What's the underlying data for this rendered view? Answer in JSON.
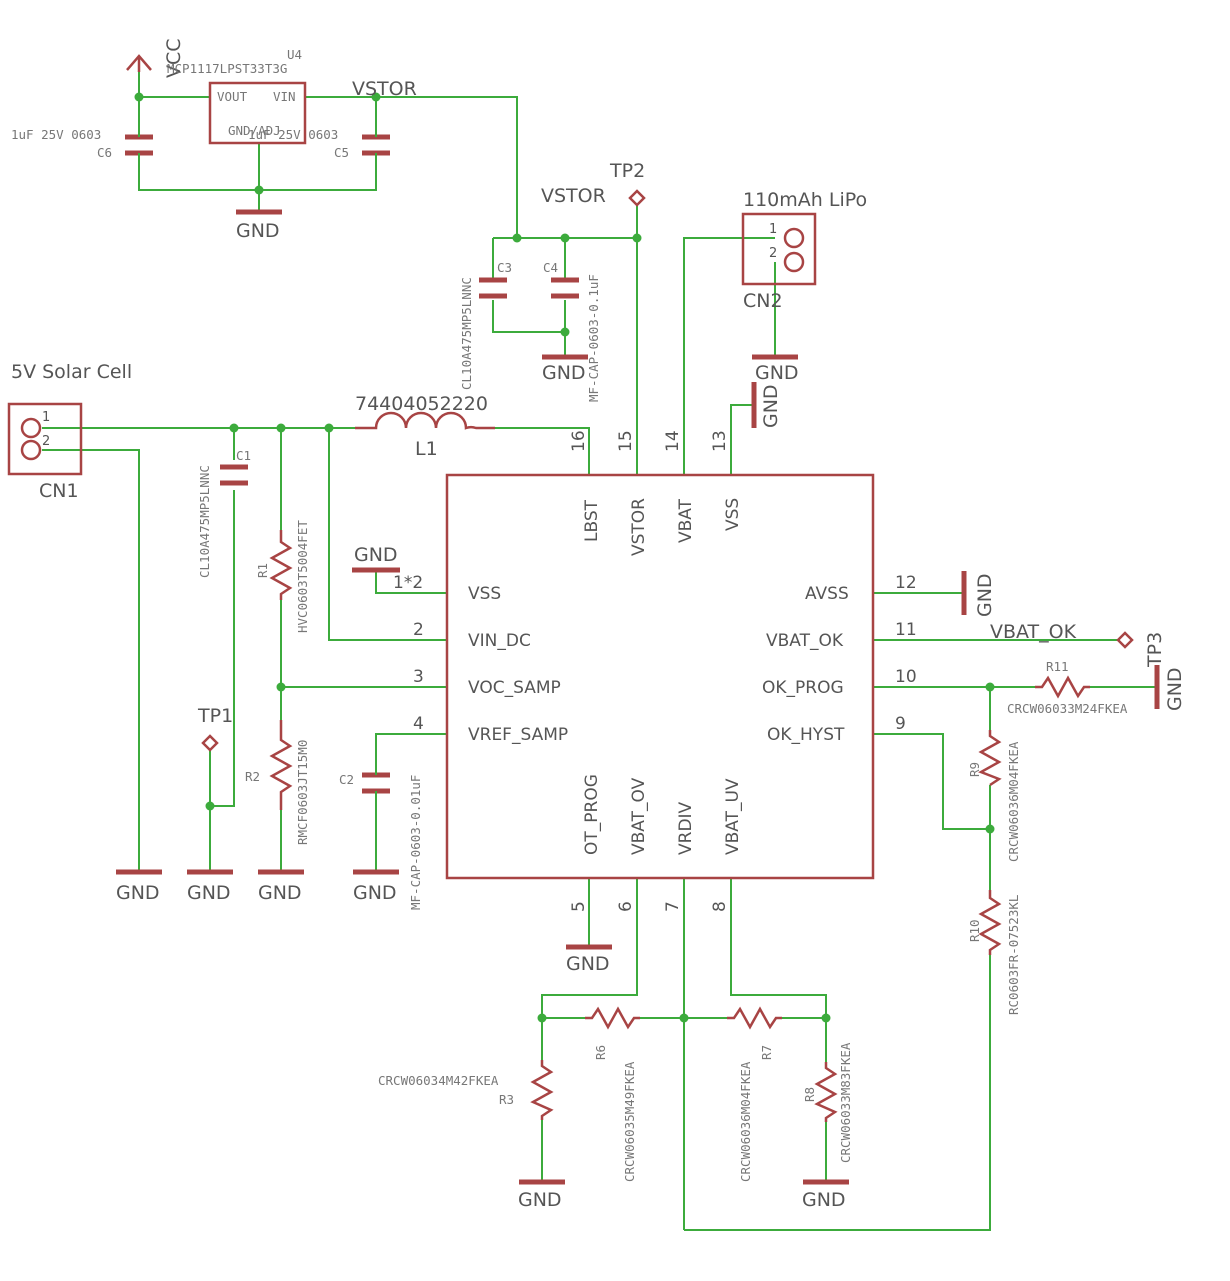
{
  "labels": {
    "vcc": "VCC",
    "u4_part": "MCP1117LPST33T3G",
    "u4_ref": "U4",
    "u4_vout": "VOUT",
    "u4_vin": "VIN",
    "u4_gnd": "GND/ADJ",
    "vstor_top": "VSTOR",
    "vstor_mid": "VSTOR",
    "c6_val": "1uF 25V 0603",
    "c6_ref": "C6",
    "c5_val": "1uF 25V 0603",
    "c5_ref": "C5",
    "c3_ref": "C3",
    "c3_val": "CL10A475MP5LNNC",
    "c4_ref": "C4",
    "c4_val": "MF-CAP-0603-0.1uF",
    "tp2": "TP2",
    "tp1": "TP1",
    "tp3": "TP3",
    "lipo": "110mAh LiPo",
    "cn2_ref": "CN2",
    "solar": "5V Solar Cell",
    "cn1_ref": "CN1",
    "pin1": "1",
    "pin2": "2",
    "l1_val": "74404052220",
    "l1_ref": "L1",
    "c1_ref": "C1",
    "c1_val": "CL10A475MP5LNNC",
    "r1_ref": "R1",
    "r1_val": "HVC0603T5004FET",
    "r2_ref": "R2",
    "r2_val": "RMCF0603JT15M0",
    "c2_ref": "C2",
    "c2_val": "MF-CAP-0603-0.01uF",
    "vbat_ok_net": "VBAT_OK",
    "r11_ref": "R11",
    "r11_val": "CRCW06033M24FKEA",
    "r9_ref": "R9",
    "r9_val": "CRCW06036M04FKEA",
    "r10_ref": "R10",
    "r10_val": "RC0603FR-07523KL",
    "r3_ref": "R3",
    "r3_val": "CRCW06034M42FKEA",
    "r6_ref": "R6",
    "r6_val": "CRCW06035M49FKEA",
    "r7_ref": "R7",
    "r7_val": "CRCW06036M04FKEA",
    "r8_ref": "R8",
    "r8_val": "CRCW06033M83FKEA",
    "gnd": "GND"
  },
  "ic_pins": {
    "lbst": "LBST",
    "vstor": "VSTOR",
    "vbat": "VBAT",
    "vss_top": "VSS",
    "vss": "VSS",
    "vin_dc": "VIN_DC",
    "voc_samp": "VOC_SAMP",
    "vref_samp": "VREF_SAMP",
    "avss": "AVSS",
    "vbat_ok": "VBAT_OK",
    "ok_prog": "OK_PROG",
    "ok_hyst": "OK_HYST",
    "ot_prog": "OT_PROG",
    "vbat_ov": "VBAT_OV",
    "vrdiv": "VRDIV",
    "vbat_uv": "VBAT_UV"
  },
  "pin_numbers": {
    "p1": "1*2",
    "p2": "2",
    "p3": "3",
    "p4": "4",
    "p5": "5",
    "p6": "6",
    "p7": "7",
    "p8": "8",
    "p9": "9",
    "p10": "10",
    "p11": "11",
    "p12": "12",
    "p13": "13",
    "p14": "14",
    "p15": "15",
    "p16": "16"
  }
}
